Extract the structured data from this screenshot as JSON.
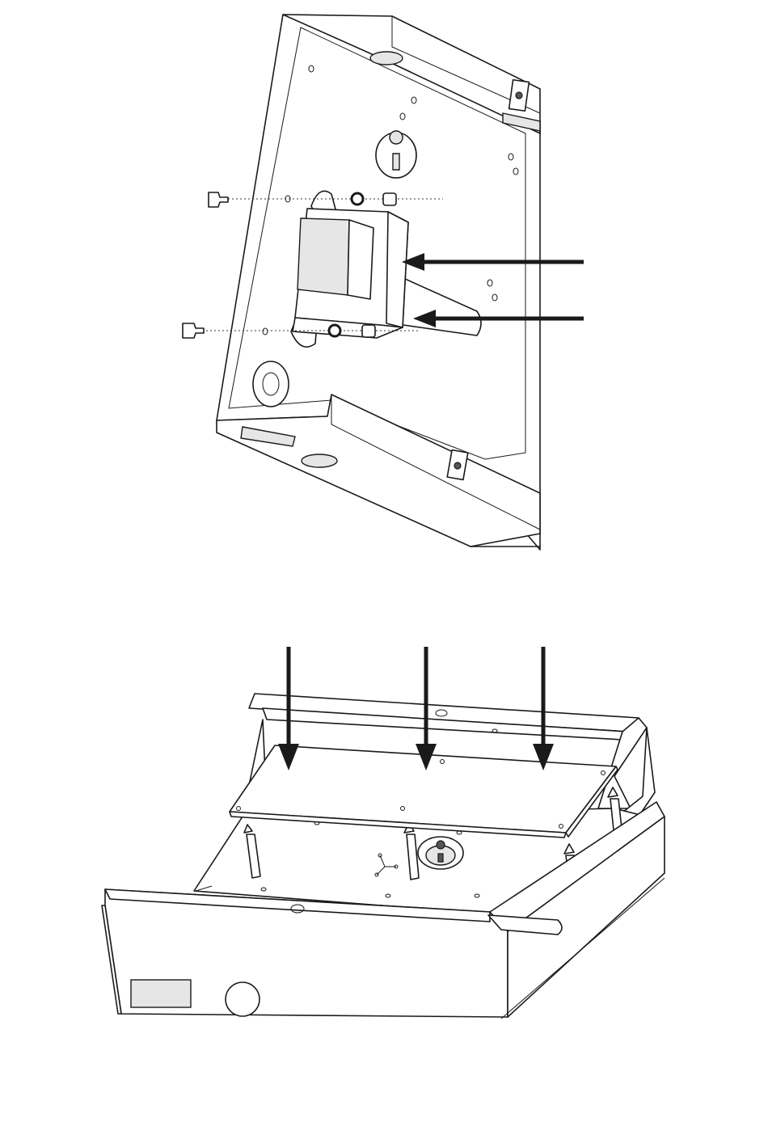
{
  "colors": {
    "line": "#1a1a1a",
    "arrow": "#1a1a1a",
    "background": "#ffffff",
    "shade": "#e6e6e6"
  },
  "figures": [
    {
      "name": "transformer-mounting",
      "arrows": 2
    },
    {
      "name": "circuit-board-insertion",
      "arrows": 3
    }
  ]
}
